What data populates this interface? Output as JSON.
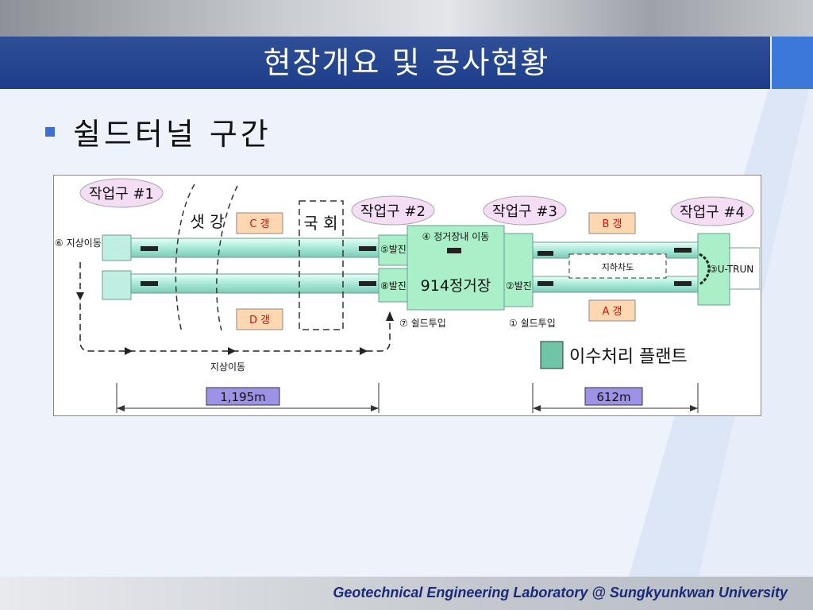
{
  "slide": {
    "title": "현장개요 및 공사현황",
    "subtitle": "쉴드터널 구간",
    "footer": "Geotechnical Engineering Laboratory @ Sungkyunkwan University"
  },
  "diagram": {
    "workshafts": [
      "작업구 #1",
      "작업구 #2",
      "작업구 #3",
      "작업구 #4"
    ],
    "river": "샛 강",
    "assembly": "국 회",
    "gangs": {
      "c": "C 갱",
      "d": "D 갱",
      "b": "B 갱",
      "a": "A 갱"
    },
    "labels": {
      "surface_move_left": "⑥ 지상이동",
      "launch5": "⑤발진",
      "launch8": "⑧발진",
      "launch2": "②발진",
      "move_in_station": "④ 정거장내 이동",
      "station": "914정거장",
      "shield_in7": "⑦ 쉴드투입",
      "shield_in1": "① 쉴드투입",
      "underpass": "지하차도",
      "uturn": "③U-TRUN",
      "surface_move_bottom": "지상이동"
    },
    "legend": "이수처리 플랜트",
    "dims": {
      "left": "1,195m",
      "right": "612m"
    },
    "colors": {
      "tunnel": "#a8e8d8",
      "station": "#a9f0c8",
      "legend": "#6fc6a6",
      "gang_fill": "#ffd7b0",
      "dim_fill": "#9c93e6"
    }
  }
}
